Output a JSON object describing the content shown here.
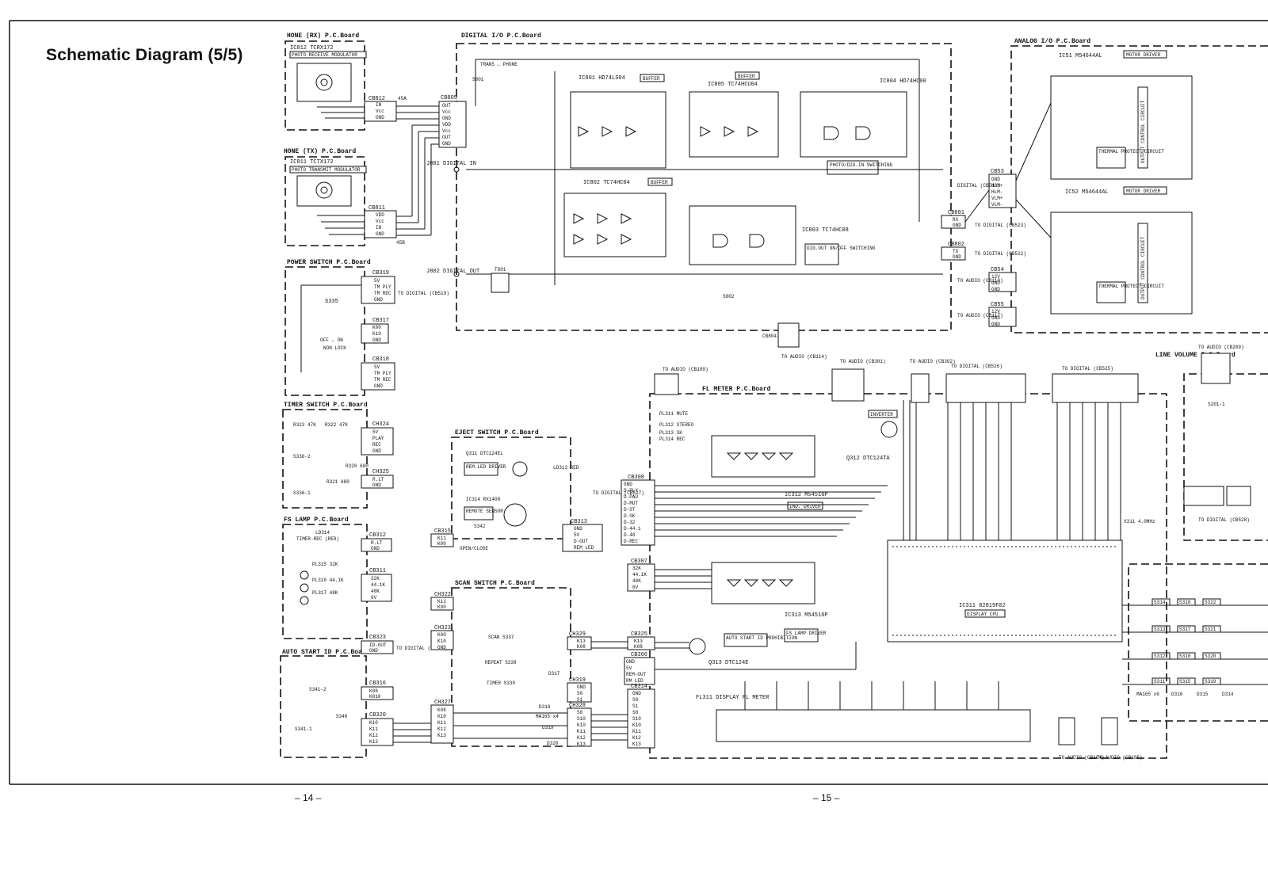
{
  "page": {
    "title": "Schematic Diagram (5/5)",
    "left_page_number": "– 14 –",
    "right_page_number": "– 15 –"
  },
  "boards": {
    "phone_rx": {
      "title": "HONE (RX) P.C.Board",
      "ic": "IC812 TCRX172",
      "ic_note": "PHOTO RECEIVE MODULATOR",
      "connector": "CB812",
      "pins": [
        "IN",
        "Vcc",
        "GND"
      ],
      "ref": "45A"
    },
    "phone_tx": {
      "title": "HONE (TX) P.C.Board",
      "ic": "IC811 TCTX172",
      "ic_note": "PHOTO TRANSMIT MODULATOR",
      "connector": "CB811",
      "pins": [
        "VDD",
        "Vcc",
        "IN",
        "GND"
      ],
      "ref": "45B"
    },
    "power_switch": {
      "title": "POWER SWITCH P.C.Board",
      "connector1": "CB319",
      "pins1": [
        "5V",
        "TM PLY",
        "TM REC",
        "GND"
      ],
      "to1": "TO DIGITAL (CB519)",
      "switch": "S335",
      "connector2": "CB317",
      "pins2": [
        "K00",
        "K10",
        "GND"
      ],
      "off_on": "OFF ← ON",
      "non_lock": "NON LOCK",
      "connector3": "CB318",
      "pins3": [
        "5V",
        "TM PLY",
        "TM REC",
        "GND"
      ]
    },
    "timer_switch": {
      "title": "TIMER SWITCH P.C.Board",
      "connector1": "CH324",
      "pins1": [
        "5V",
        "PLAY",
        "REC",
        "GND"
      ],
      "connector2": "CH325",
      "pins2": [
        "R.LT",
        "GND"
      ],
      "parts": [
        "R323 47K",
        "R322 47K",
        "S336-2",
        "R320 680",
        "R321 680",
        "S336-1"
      ]
    },
    "fs_lamp": {
      "title": "FS LAMP P.C.Board",
      "led": "LD314",
      "led_note": "TIMER-REC (RED)",
      "connector1": "CB312",
      "pins1": [
        "R.LT",
        "GND"
      ],
      "connector2": "CB311",
      "pins2": [
        "32K",
        "44.1K",
        "48K",
        "6V"
      ],
      "lamps": [
        "PL315 32K",
        "PL316 44.1K",
        "PL317 48K"
      ]
    },
    "auto_start": {
      "title": "AUTO START ID P.C.Board",
      "connector1": "CB323",
      "pins1": [
        "ID-OUT",
        "GND"
      ],
      "to1": "TO DIGITAL (CB524)",
      "switch": "S341-2",
      "connector2": "CB316",
      "pins2": [
        "K08",
        "K010"
      ],
      "connector3": "CB320",
      "pins3": [
        "K10",
        "K11",
        "K12",
        "K13"
      ],
      "switch2": "S340",
      "switch3": "S341-1"
    },
    "digital_io": {
      "title": "DIGITAL I/O P.C.Board",
      "connector": "CB805",
      "pins": [
        "OUT",
        "Vcc",
        "GND",
        "VDD",
        "Vcc",
        "OUT",
        "GND"
      ],
      "ic801": "IC801 HD74LS04",
      "ic805": "IC805 TC74HCU04",
      "ic804": "IC804 HD74HC00",
      "ic802": "IC802 TC74HC04",
      "ic803": "IC803 TC74HC08",
      "buffer": "BUFFER",
      "trans_phone": "TRANS ← PHONE",
      "switch": "S801",
      "jack_in": "J801 DIGITAL IN",
      "jack_out": "J802 DIGITAL OUT",
      "transformer": "T801",
      "switch2": "S802",
      "photo_dig": "PHOTO/DIG.IN SWITCHING",
      "dig_out": "DIG.OUT ON/OFF SWITCHING",
      "cb801": "CB801",
      "cb801_pins": [
        "RX",
        "GND"
      ],
      "cb801_to": "TO DIGITAL (CB523)",
      "cb802": "CB802",
      "cb802_pins": [
        "TX",
        "GND"
      ],
      "cb802_to": "TO DIGITAL (CB522)",
      "cb804": "CB804",
      "cb804_to": "TO AUDIO (CB114)"
    },
    "analog_io": {
      "title": "ANALOG I/O P.C.Board",
      "ic51": "IC51 M54644AL",
      "ic52": "IC52 M54644AL",
      "motor_driver": "MOTOR DRIVER",
      "occ": "OUTPUT CONTROL CIRCUIT",
      "thermal": "THERMAL PROTECT CIRCUIT",
      "cb53": "CB53",
      "cb53_pins": [
        "GND",
        "HLM+",
        "HLM-",
        "VLM+",
        "VLM-"
      ],
      "cb53_to": "DIGITAL (CB513)",
      "cb54": "CB54",
      "cb54_pins": [
        "12V",
        "GND",
        "GND"
      ],
      "cb54_to": "TO AUDIO (CB110)",
      "cb55": "CB55",
      "cb55_pins": [
        "12V",
        "GND",
        "GND"
      ],
      "cb55_to": "TO AUDIO (CB117)"
    },
    "eject_switch": {
      "title": "EJECT SWITCH P.C.Board",
      "transistor": "Q311 DTC124EL",
      "transistor_note": "REM.LED DRIVER",
      "led": "LD313 RED",
      "sensor": "IC314 RX1408",
      "sensor_note": "REMOTE SENSOR",
      "switch": "S342",
      "switch_note": "OPEN/CLOSE",
      "connector1": "CB315",
      "pins1": [
        "K11",
        "K00"
      ],
      "connector2": "CB313",
      "pins2": [
        "GND",
        "5V",
        "D-OUT",
        "REM LED"
      ]
    },
    "scan_switch": {
      "title": "SCAN SWITCH P.C.Board",
      "connector1": "CH322",
      "pins1": [
        "K11",
        "K00"
      ],
      "connector2": "CH323",
      "pins2": [
        "K00",
        "K10",
        "GND"
      ],
      "scan": "SCAN S337",
      "repeat": "REPEAT S338",
      "timer": "TIMER S339",
      "connector3": "CH327",
      "pins3": [
        "K08",
        "K10",
        "K11",
        "K12",
        "K13"
      ],
      "connector4": "CH329",
      "pins4": [
        "K13",
        "K08"
      ],
      "connector5": "CH319",
      "pins5": [
        "GND",
        "S0",
        "S1"
      ],
      "connector6": "CH328",
      "pins6": [
        "S8",
        "S10",
        "K10",
        "K11",
        "K12",
        "K13"
      ],
      "diodes": [
        "D317",
        "D318",
        "D319",
        "D320"
      ],
      "diode_note": "MA165 x4"
    },
    "fl_meter": {
      "title": "FL METER P.C.Board",
      "ic312": "IC312 M54516P",
      "ic312_note": "IND. DRIVER",
      "ic313": "IC313 M54516P",
      "ic313_note": "FS LAMP DRIVER",
      "ic311": "IC311 82819F02",
      "ic311_note": "DISPLAY CPU",
      "q312": "Q312 DTC124TA",
      "q313": "Q313 DTC124E",
      "auto_start": "AUTO START ID PROHIBITION",
      "inverter": "INVERTER",
      "fl311": "FL311 DISPLAY FL METER",
      "x311": "X311 4.0MHz",
      "cb308": "CB308",
      "cb308_pins": [
        "GND",
        "D-PLY",
        "D-PAU",
        "D-MUT",
        "D-ST",
        "D-SK",
        "D-32",
        "D-44.1",
        "D-48",
        "D-REC"
      ],
      "cb308_to": "TO DIGITAL (CB527)",
      "cb307": "CB307",
      "cb307_pins": [
        "32K",
        "44.1K",
        "48K",
        "6V"
      ],
      "cb325": "CB325",
      "cb325_pins": [
        "K13",
        "K08"
      ],
      "cb306": "CB306",
      "cb306_pins": [
        "GND",
        "5V",
        "REM-OUT",
        "RM LED"
      ],
      "cb314": "CB314",
      "cb314_pins": [
        "GND",
        "S0",
        "S1",
        "S8",
        "S10",
        "K10",
        "K11",
        "K12",
        "K13"
      ],
      "labels": [
        "PL311 MUTE",
        "PL312 STEREO",
        "PL313 SK",
        "PL314 REC"
      ]
    },
    "line_volume": {
      "title": "LINE VOLUME P.C.Board",
      "to": "TO AUDIO (CB209)",
      "switch": "S201-1",
      "to_digital": "TO DIGITAL (CB528)"
    }
  },
  "refs": {
    "to_audio_cb109": "TO AUDIO (CB109)",
    "to_audio_cb301": "TO AUDIO (CB301)",
    "to_audio_cb302": "TO AUDIO (CB302)",
    "to_digital_cb526": "TO DIGITAL (CB526)",
    "to_digital_cb525": "TO DIGITAL (CB525)",
    "to_audio_cb104": "TO AUDIO (CB104)",
    "to_audio_cb105": "TO AUDIO (CB105)"
  },
  "keys": {
    "matrix": [
      "S314",
      "S318",
      "S322",
      "S313",
      "S317",
      "S321",
      "S312",
      "S316",
      "S320",
      "S311",
      "S315",
      "S319"
    ],
    "diodes": [
      "D316",
      "D315",
      "D314"
    ],
    "note": "MA165 x6"
  },
  "colors": {
    "ink": "#111111",
    "dash": "#222222",
    "paper": "#ffffff"
  }
}
